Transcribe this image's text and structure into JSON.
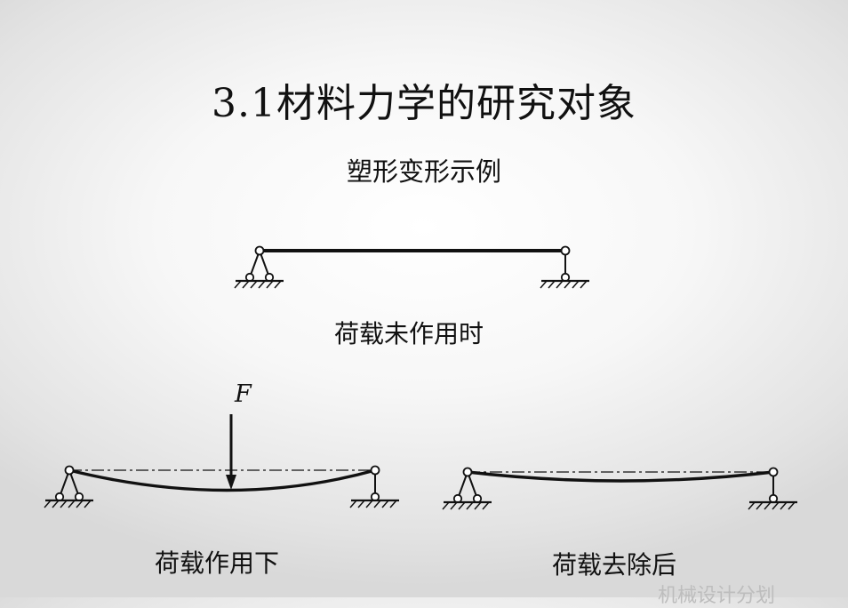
{
  "title": "3.1材料力学的研究对象",
  "subtitle": "塑形变形示例",
  "captions": {
    "unloaded": "荷载未作用时",
    "loaded": "荷载作用下",
    "removed": "荷载去除后"
  },
  "force_label": "F",
  "watermark": "机械设计分划",
  "colors": {
    "ink": "#111111",
    "background": "#f5f5f5"
  }
}
